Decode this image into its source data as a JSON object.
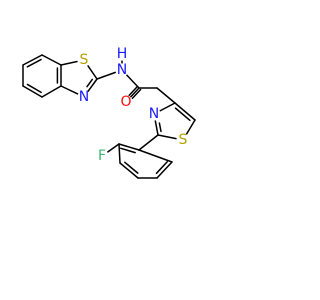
{
  "colors": {
    "bond": "#000000",
    "S": "#b5a000",
    "N": "#1a1aff",
    "O": "#ff0d0d",
    "F": "#3cb371"
  },
  "atoms": [
    {
      "id": "bz1",
      "el": "C"
    },
    {
      "id": "bz2",
      "el": "C"
    },
    {
      "id": "bz3",
      "el": "C"
    },
    {
      "id": "bz4",
      "el": "C"
    },
    {
      "id": "bz5",
      "el": "C"
    },
    {
      "id": "bz6",
      "el": "C"
    },
    {
      "id": "S1",
      "el": "S",
      "label": "S"
    },
    {
      "id": "C2",
      "el": "C"
    },
    {
      "id": "N3",
      "el": "N",
      "label": "N"
    },
    {
      "id": "NH",
      "el": "N",
      "label": "N"
    },
    {
      "id": "H",
      "el": "N",
      "label": "H"
    },
    {
      "id": "Cco",
      "el": "C"
    },
    {
      "id": "O",
      "el": "O",
      "label": "O"
    },
    {
      "id": "CH2",
      "el": "C"
    },
    {
      "id": "t4",
      "el": "C"
    },
    {
      "id": "t5",
      "el": "C"
    },
    {
      "id": "tS",
      "el": "S",
      "label": "S"
    },
    {
      "id": "t2",
      "el": "C"
    },
    {
      "id": "tN",
      "el": "N",
      "label": "N"
    },
    {
      "id": "p1",
      "el": "C"
    },
    {
      "id": "p2",
      "el": "C"
    },
    {
      "id": "F",
      "el": "F",
      "label": "F"
    },
    {
      "id": "p3",
      "el": "C"
    },
    {
      "id": "p4",
      "el": "C"
    },
    {
      "id": "p5",
      "el": "C"
    },
    {
      "id": "p6",
      "el": "C"
    }
  ],
  "bonds": [
    {
      "a": "bz1",
      "b": "bz2",
      "order": 1
    },
    {
      "a": "bz2",
      "b": "bz3",
      "order": 2
    },
    {
      "a": "bz3",
      "b": "bz4",
      "order": 1
    },
    {
      "a": "bz4",
      "b": "bz5",
      "order": 2
    },
    {
      "a": "bz5",
      "b": "bz6",
      "order": 1
    },
    {
      "a": "bz6",
      "b": "bz1",
      "order": 2
    },
    {
      "a": "bz1",
      "b": "S1",
      "order": 1
    },
    {
      "a": "S1",
      "b": "C2",
      "order": 1
    },
    {
      "a": "C2",
      "b": "N3",
      "order": 2
    },
    {
      "a": "N3",
      "b": "bz6",
      "order": 1
    },
    {
      "a": "C2",
      "b": "NH",
      "order": 1
    },
    {
      "a": "NH",
      "b": "H",
      "order": 1
    },
    {
      "a": "NH",
      "b": "Cco",
      "order": 1
    },
    {
      "a": "Cco",
      "b": "O",
      "order": 2
    },
    {
      "a": "Cco",
      "b": "CH2",
      "order": 1
    },
    {
      "a": "CH2",
      "b": "t4",
      "order": 1
    },
    {
      "a": "t4",
      "b": "t5",
      "order": 2
    },
    {
      "a": "t5",
      "b": "tS",
      "order": 1
    },
    {
      "a": "tS",
      "b": "t2",
      "order": 1
    },
    {
      "a": "t2",
      "b": "tN",
      "order": 2
    },
    {
      "a": "tN",
      "b": "t4",
      "order": 1
    },
    {
      "a": "t2",
      "b": "p1",
      "order": 1
    },
    {
      "a": "p1",
      "b": "p2",
      "order": 2
    },
    {
      "a": "p2",
      "b": "F",
      "order": 1
    },
    {
      "a": "p2",
      "b": "p3",
      "order": 1
    },
    {
      "a": "p3",
      "b": "p4",
      "order": 2
    },
    {
      "a": "p4",
      "b": "p5",
      "order": 1
    },
    {
      "a": "p5",
      "b": "p6",
      "order": 2
    },
    {
      "a": "p6",
      "b": "p1",
      "order": 1
    }
  ]
}
